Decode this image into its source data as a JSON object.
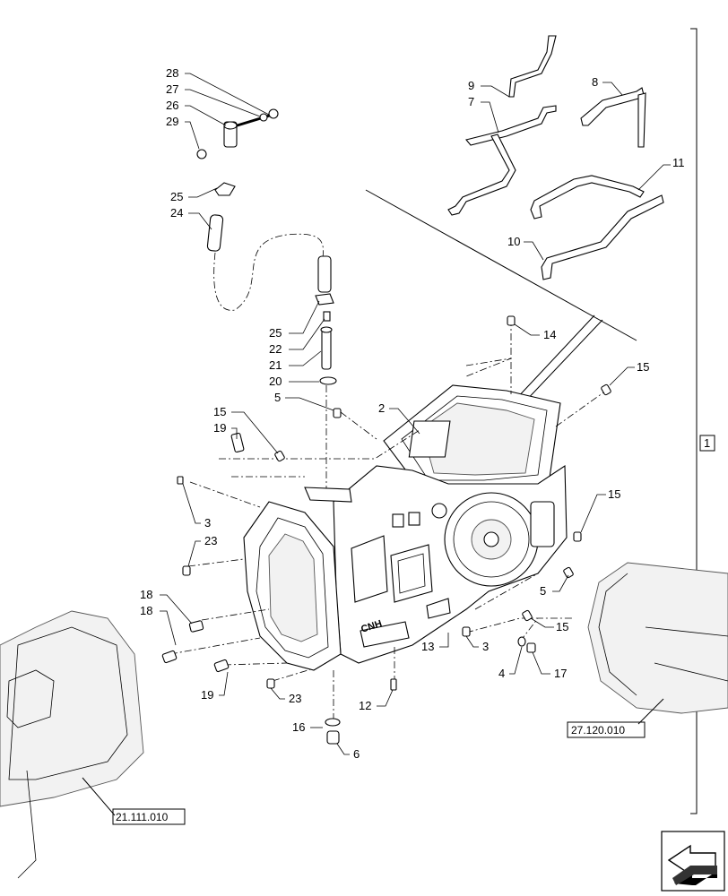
{
  "callouts": {
    "c28": "28",
    "c27": "27",
    "c26": "26",
    "c29": "29",
    "c25a": "25",
    "c24": "24",
    "c25b": "25",
    "c22": "22",
    "c21": "21",
    "c20": "20",
    "c5a": "5",
    "c15a": "15",
    "c19a": "19",
    "c3a": "3",
    "c23a": "23",
    "c18a": "18",
    "c18b": "18",
    "c19b": "19",
    "c23b": "23",
    "c16": "16",
    "c6": "6",
    "c12": "12",
    "c13": "13",
    "c3b": "3",
    "c4": "4",
    "c17": "17",
    "c15b": "15",
    "c5b": "5",
    "c15c": "15",
    "c14": "14",
    "c15d": "15",
    "c2": "2",
    "c9": "9",
    "c7": "7",
    "c8": "8",
    "c11": "11",
    "c10": "10",
    "c1": "1"
  },
  "references": {
    "left_assembly": "21.111.010",
    "right_assembly": "27.120.010"
  },
  "casting_text": "CNH",
  "icons": {
    "navigation": "next-page-arrow-icon"
  }
}
